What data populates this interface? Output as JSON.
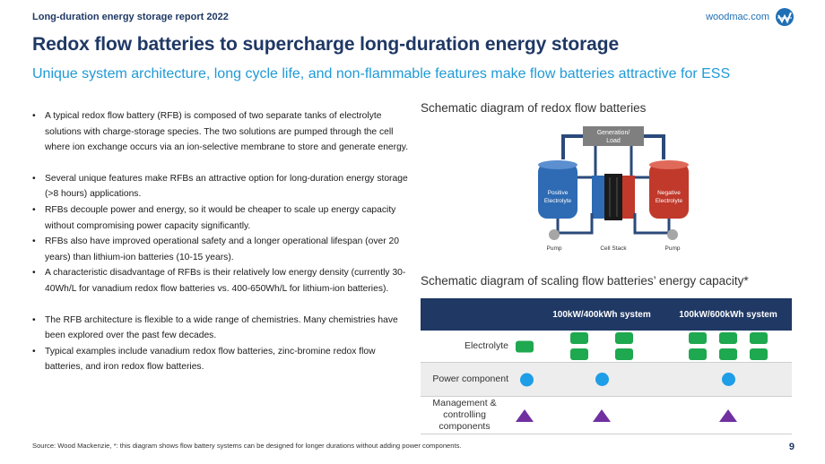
{
  "header": {
    "report": "Long-duration energy storage report 2022",
    "site": "woodmac.com"
  },
  "title": "Redox flow batteries to supercharge long-duration energy storage",
  "subtitle": "Unique system architecture, long cycle life, and non-flammable features make flow batteries attractive for ESS",
  "bullets": [
    "A typical redox flow battery (RFB) is composed of two separate tanks of electrolyte solutions with charge-storage species. The two solutions are pumped through the cell where ion exchange occurs via an ion-selective membrane to store and generate energy.",
    "Several unique features make RFBs an attractive option for long-duration energy storage (>8 hours) applications.",
    "RFBs decouple power and energy, so it would be cheaper to scale up energy capacity without compromising power capacity significantly.",
    "RFBs also have improved operational safety and a longer operational lifespan (over 20 years) than lithium-ion batteries (10-15 years).",
    "A characteristic disadvantage of RFBs is their relatively low energy density (currently 30-40Wh/L for vanadium redox flow batteries vs. 400-650Wh/L for lithium-ion batteries).",
    "The RFB architecture is flexible to a wide range of chemistries. Many chemistries have been explored over the past few decades.",
    "Typical examples include vanadium redox flow batteries, zinc-bromine redox flow batteries, and iron redox flow batteries."
  ],
  "diagram1": {
    "title": "Schematic diagram of redox flow batteries",
    "load_label_1": "Generation/",
    "load_label_2": "Load",
    "positive_1": "Positive",
    "positive_2": "Electrolyte",
    "negative_1": "Negative",
    "negative_2": "Electrolyte",
    "pump_left": "Pump",
    "cell_stack": "Cell Stack",
    "pump_right": "Pump",
    "colors": {
      "positive": "#2e6bb4",
      "negative": "#c0392b",
      "frame": "#2b4a7a",
      "load": "#7f7f7f"
    }
  },
  "diagram2": {
    "title": "Schematic diagram of scaling flow batteries’ energy capacity*",
    "columns": [
      "",
      "100kW/400kWh system",
      "100kW/600kWh system"
    ],
    "rows": [
      {
        "label": "Electrolyte",
        "sys1_units": 4,
        "sys2_units": 6,
        "icon": "green-block"
      },
      {
        "label": "Power component",
        "sys1_units": 1,
        "sys2_units": 1,
        "icon": "blue-circle"
      },
      {
        "label": "Management & controlling components",
        "sys1_units": 1,
        "sys2_units": 1,
        "icon": "purple-triangle"
      }
    ],
    "colors": {
      "header": "#1f3864",
      "electrolyte": "#1ea84f",
      "power": "#1e9ee6",
      "management": "#7030a0"
    }
  },
  "footer": {
    "source": "Source: Wood Mackenzie, *: this diagram shows flow battery systems can be designed for longer durations without adding power components.",
    "page": "9"
  }
}
